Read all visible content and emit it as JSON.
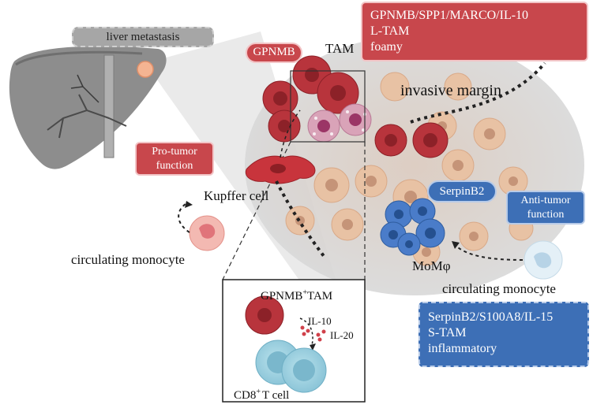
{
  "labels": {
    "liver_metastasis": "liver metastasis",
    "gpnmb_tag": "GPNMB",
    "tam": "TAM",
    "ltam_line1": "GPNMB/SPP1/MARCO/IL-10",
    "ltam_line2": "L-TAM",
    "ltam_line3": "foamy",
    "invasive_margin": "invasive margin",
    "pro_tumor_line1": "Pro-tumor",
    "pro_tumor_line2": "function",
    "kupffer_cell": "Kupffer cell",
    "circulating_monocyte_left": "circulating monocyte",
    "serpinb2_tag": "SerpinB2",
    "anti_tumor_line1": "Anti-tumor",
    "anti_tumor_line2": "function",
    "momphi": "MoMφ",
    "circulating_monocyte_right": "circulating monocyte",
    "stam_line1": "SerpinB2/S100A8/IL-15",
    "stam_line2": "S-TAM",
    "stam_line3": "inflammatory",
    "inset_title_main": "GPNMB",
    "inset_title_sup": "+",
    "inset_title_tail": "TAM",
    "il10": "IL-10",
    "il20": "IL-20",
    "cd8_main": "CD8",
    "cd8_sup": "+",
    "cd8_tail": "T cell"
  },
  "colors": {
    "red_box": "#c8474c",
    "blue_box": "#3d6fb6",
    "gray_pill": "#a6a6a6",
    "tam_red": "#b8343c",
    "mac_blue": "#3f6fc0",
    "tumor_cell": "#e8c2a4",
    "liver_gray": "#8a8a8a"
  }
}
